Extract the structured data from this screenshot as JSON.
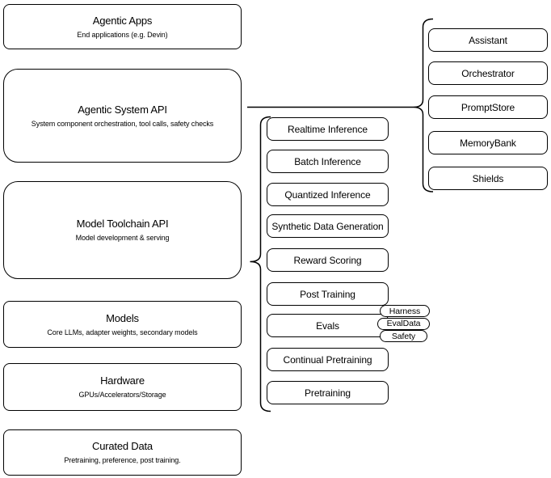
{
  "left_stack": [
    {
      "title": "Agentic Apps",
      "subtitle": "End applications (e.g. Devin)"
    },
    {
      "title": "Agentic System API",
      "subtitle": "System component orchestration, tool calls, safety checks"
    },
    {
      "title": "Model Toolchain API",
      "subtitle": "Model development & serving"
    },
    {
      "title": "Models",
      "subtitle": "Core LLMs, adapter weights, secondary models"
    },
    {
      "title": "Hardware",
      "subtitle": "GPUs/Accelerators/Storage"
    },
    {
      "title": "Curated Data",
      "subtitle": "Pretraining, preference, post training."
    }
  ],
  "toolchain_group": [
    "Realtime Inference",
    "Batch Inference",
    "Quantized Inference",
    "Synthetic Data Generation",
    "Reward Scoring",
    "Post Training",
    "Evals",
    "Continual Pretraining",
    "Pretraining"
  ],
  "evals_tags": [
    "Harness",
    "EvalData",
    "Safety"
  ],
  "system_group": [
    "Assistant",
    "Orchestrator",
    "PromptStore",
    "MemoryBank",
    "Shields"
  ],
  "colors": {
    "stroke": "#000000",
    "background": "#ffffff"
  }
}
